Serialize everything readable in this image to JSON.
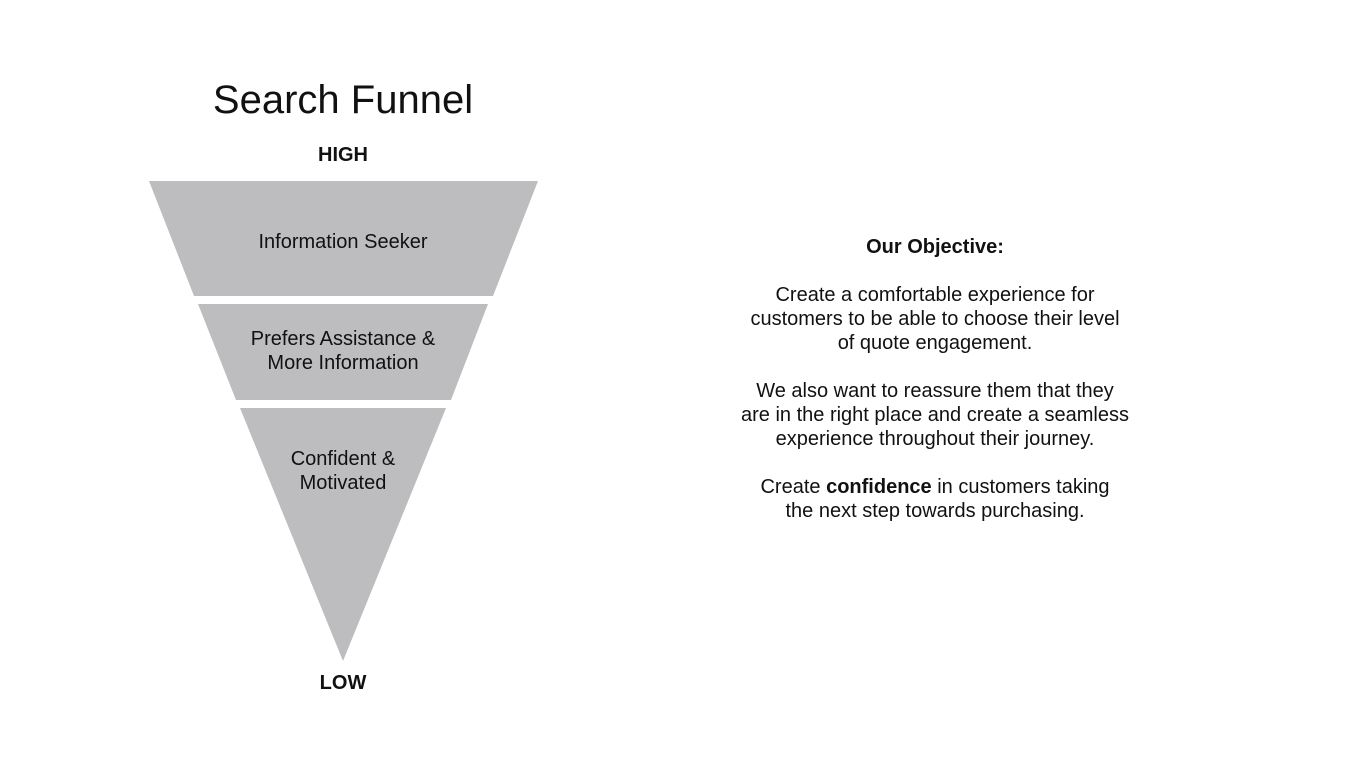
{
  "title": "Search Funnel",
  "funnel": {
    "top_label": "HIGH",
    "bottom_label": "LOW",
    "segments": [
      {
        "label": "Information Seeker"
      },
      {
        "label": "Prefers Assistance &\nMore Information"
      },
      {
        "label": "Confident &\nMotivated"
      }
    ],
    "fill_color": "#bdbdbf"
  },
  "objective": {
    "heading": "Our Objective:",
    "paragraph1": "Create a comfortable experience for\ncustomers to be able to choose their level\nof quote engagement.",
    "paragraph2": "We also want to reassure them that they\nare in the right place and create a seamless\nexperience throughout their journey.",
    "paragraph3_before": "Create ",
    "paragraph3_bold": "confidence",
    "paragraph3_after": " in customers taking\nthe next step towards purchasing."
  }
}
